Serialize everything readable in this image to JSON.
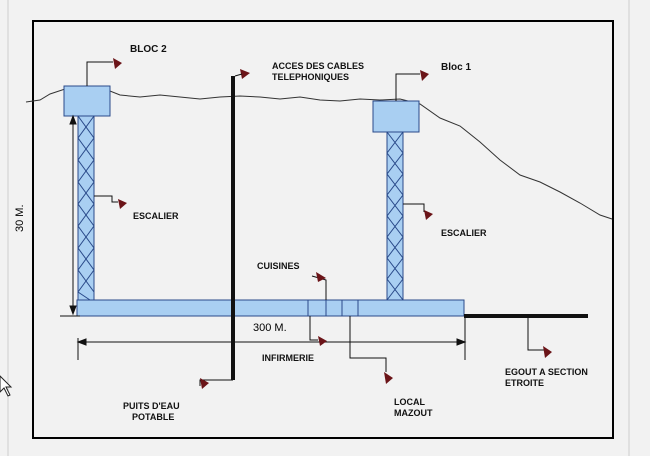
{
  "labels": {
    "bloc2": "BLOC 2",
    "bloc1": "Bloc 1",
    "acces_line1": "ACCES DES CABLES",
    "acces_line2": "TELEPHONIQUES",
    "escalier_left": "ESCALIER",
    "escalier_right": "ESCALIER",
    "cuisines": "CUISINES",
    "distance": "300 M.",
    "infirmerie": "INFIRMERIE",
    "puits_line1": "PUITS D'EAU",
    "puits_line2": "POTABLE",
    "local_line1": "LOCAL",
    "local_line2": "MAZOUT",
    "egout_line1": "EGOUT A  SECTION",
    "egout_line2": "ETROITE",
    "height": "30 M."
  },
  "colors": {
    "structure_fill": "#a9cff2",
    "structure_stroke": "#2a4a8a",
    "marker": "#6b1418",
    "line": "#111111",
    "frame": "#000000",
    "background": "#f2f2f2"
  }
}
